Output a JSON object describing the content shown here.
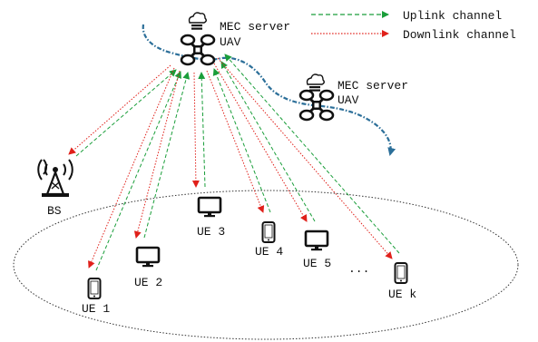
{
  "legend": {
    "uplink_label": "Uplink channel",
    "downlink_label": "Downlink channel"
  },
  "uav_primary": {
    "line1": "MEC server",
    "line2": "UAV"
  },
  "uav_secondary": {
    "line1": "MEC server",
    "line2": "UAV"
  },
  "base_station": {
    "label": "BS"
  },
  "devices": [
    {
      "label": "UE 1",
      "kind": "phone"
    },
    {
      "label": "UE 2",
      "kind": "monitor"
    },
    {
      "label": "UE 3",
      "kind": "monitor"
    },
    {
      "label": "UE 4",
      "kind": "phone"
    },
    {
      "label": "UE 5",
      "kind": "monitor"
    },
    {
      "label": "UE k",
      "kind": "phone"
    }
  ],
  "ellipsis": "...",
  "colors": {
    "uplink": "#1a9e3a",
    "downlink": "#e0201a",
    "trajectory": "#2c6f99",
    "outline": "#111111"
  },
  "icons": {
    "cloud": "cloud-icon",
    "drone": "drone-icon",
    "tower": "cell-tower-icon",
    "phone": "smartphone-icon",
    "monitor": "monitor-icon"
  }
}
